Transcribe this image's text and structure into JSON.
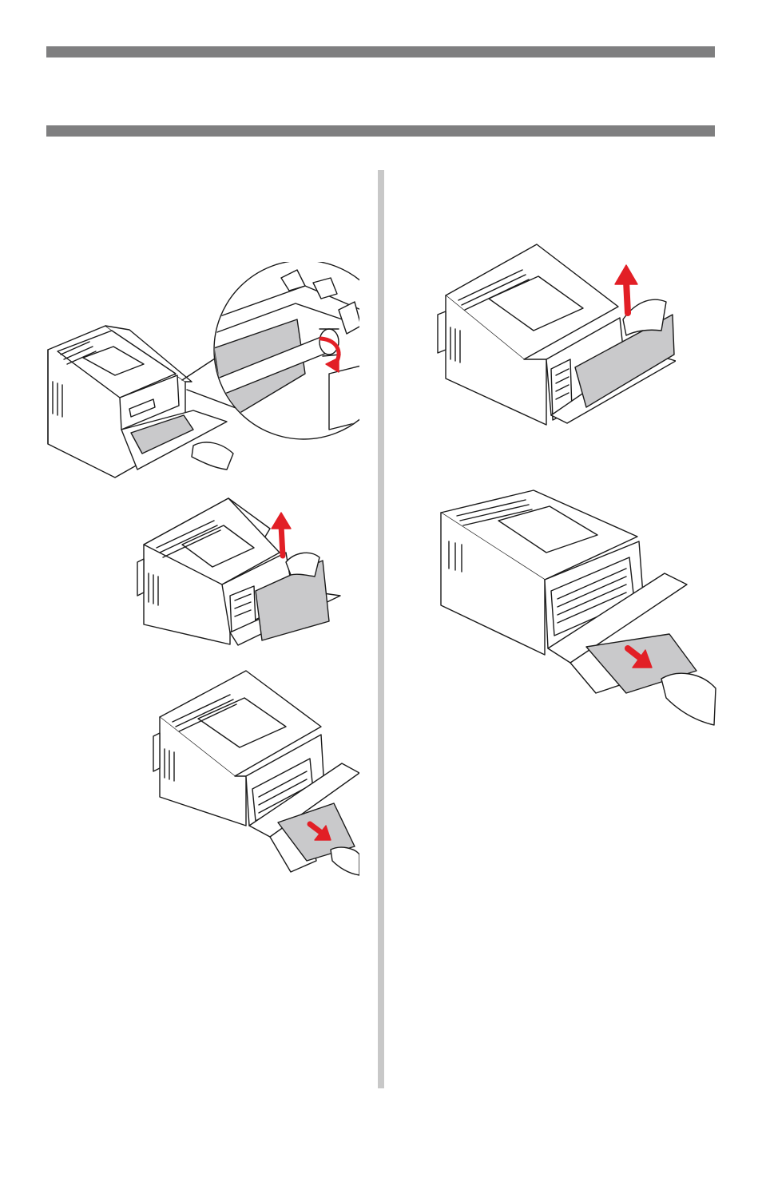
{
  "page": {
    "background": "#ffffff"
  },
  "colors": {
    "rule": "#7f7f80",
    "divider": "#c8c8c8",
    "paper": "#c9c9cb",
    "arrow": "#e21f26",
    "line": "#1a1a1a"
  },
  "figures": [
    {
      "name": "fuser-roller-zoom",
      "arrow": "rotate-down"
    },
    {
      "name": "paper-pull-up",
      "arrow": "up"
    },
    {
      "name": "paper-pull-out",
      "arrow": "down-right"
    },
    {
      "name": "paper-pull-up-large",
      "arrow": "up"
    },
    {
      "name": "paper-pull-out-large",
      "arrow": "down-right"
    }
  ]
}
